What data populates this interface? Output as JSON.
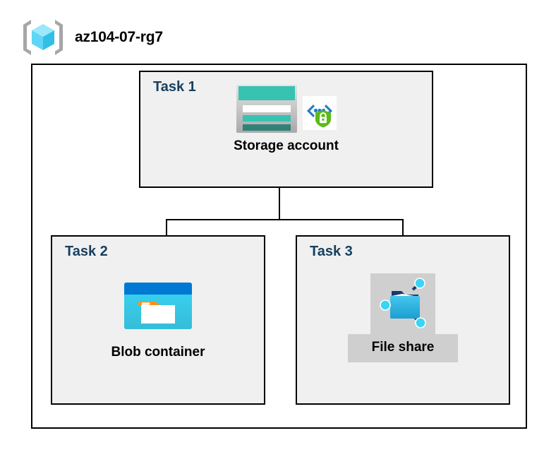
{
  "header": {
    "title": "az104-07-rg7",
    "icon": "resource-group-icon"
  },
  "diagram": {
    "type": "azure-architecture",
    "boundary_name": "resource-group-boundary",
    "nodes": [
      {
        "task_label": "Task 1",
        "caption": "Storage account",
        "icons": [
          "storage-account-icon",
          "secure-endpoint-icon"
        ]
      },
      {
        "task_label": "Task 2",
        "caption": "Blob container",
        "icons": [
          "blob-container-icon"
        ]
      },
      {
        "task_label": "Task 3",
        "caption": "File share",
        "icons": [
          "file-share-icon"
        ]
      }
    ],
    "connections": [
      {
        "from": "Storage account",
        "to": "Blob container"
      },
      {
        "from": "Storage account",
        "to": "File share"
      }
    ]
  },
  "colors": {
    "task_label": "#17405f",
    "panel_fill": "#f0f0f0",
    "border": "#000000",
    "caption_text": "#000000",
    "plate_fill": "#cfcfcf",
    "storage_teal": "#37c2b1",
    "storage_teal_dark": "#2e8277",
    "blob_blue": "#0078d4",
    "blob_cyan": "#32c8ef",
    "blob_orange": "#f7941e",
    "shield_green": "#5cb917",
    "cube_cyan": "#6fe0fa",
    "bracket_gray": "#a6a6a6"
  }
}
